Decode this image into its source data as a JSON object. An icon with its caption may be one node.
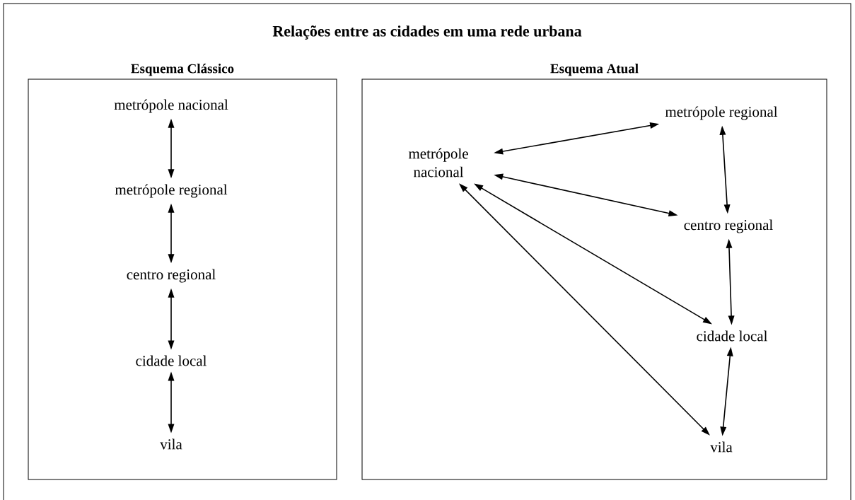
{
  "diagram": {
    "title": "Relações entre as cidades em uma rede urbana",
    "nodes": [
      {
        "text": [
          "Esquema Clássico"
        ]
      },
      {
        "text": [
          "Esquema Atual"
        ]
      },
      {
        "text": [
          "metrópole nacional"
        ],
        "in": 0
      },
      {
        "text": [
          "metrópole regional"
        ],
        "in": 0
      },
      {
        "text": [
          "centro regional"
        ],
        "in": 0
      },
      {
        "text": [
          "cidade local"
        ],
        "in": 0
      },
      {
        "text": [
          "vila"
        ],
        "in": 0
      },
      {
        "text": [
          "metrópole nacional"
        ],
        "in": 1
      },
      {
        "text": [
          "metrópole regional"
        ],
        "in": 1
      },
      {
        "text": [
          "centro regional"
        ],
        "in": 1
      },
      {
        "text": [
          "cidade local"
        ],
        "in": 1
      },
      {
        "text": [
          "vila"
        ],
        "in": 1
      }
    ],
    "edges": [
      {
        "from": 2,
        "to": 3,
        "arrow": "both"
      },
      {
        "from": 3,
        "to": 4,
        "arrow": "both"
      },
      {
        "from": 4,
        "to": 5,
        "arrow": "both"
      },
      {
        "from": 5,
        "to": 6,
        "arrow": "both"
      },
      {
        "from": 7,
        "to": 8,
        "arrow": "both"
      },
      {
        "from": 8,
        "to": 9,
        "arrow": "both"
      },
      {
        "from": 9,
        "to": 10,
        "arrow": "both"
      },
      {
        "from": 10,
        "to": 11,
        "arrow": "both"
      },
      {
        "from": 7,
        "to": 9,
        "arrow": "both"
      },
      {
        "from": 7,
        "to": 10,
        "arrow": "both"
      },
      {
        "from": 7,
        "to": 11,
        "arrow": "both"
      }
    ]
  }
}
